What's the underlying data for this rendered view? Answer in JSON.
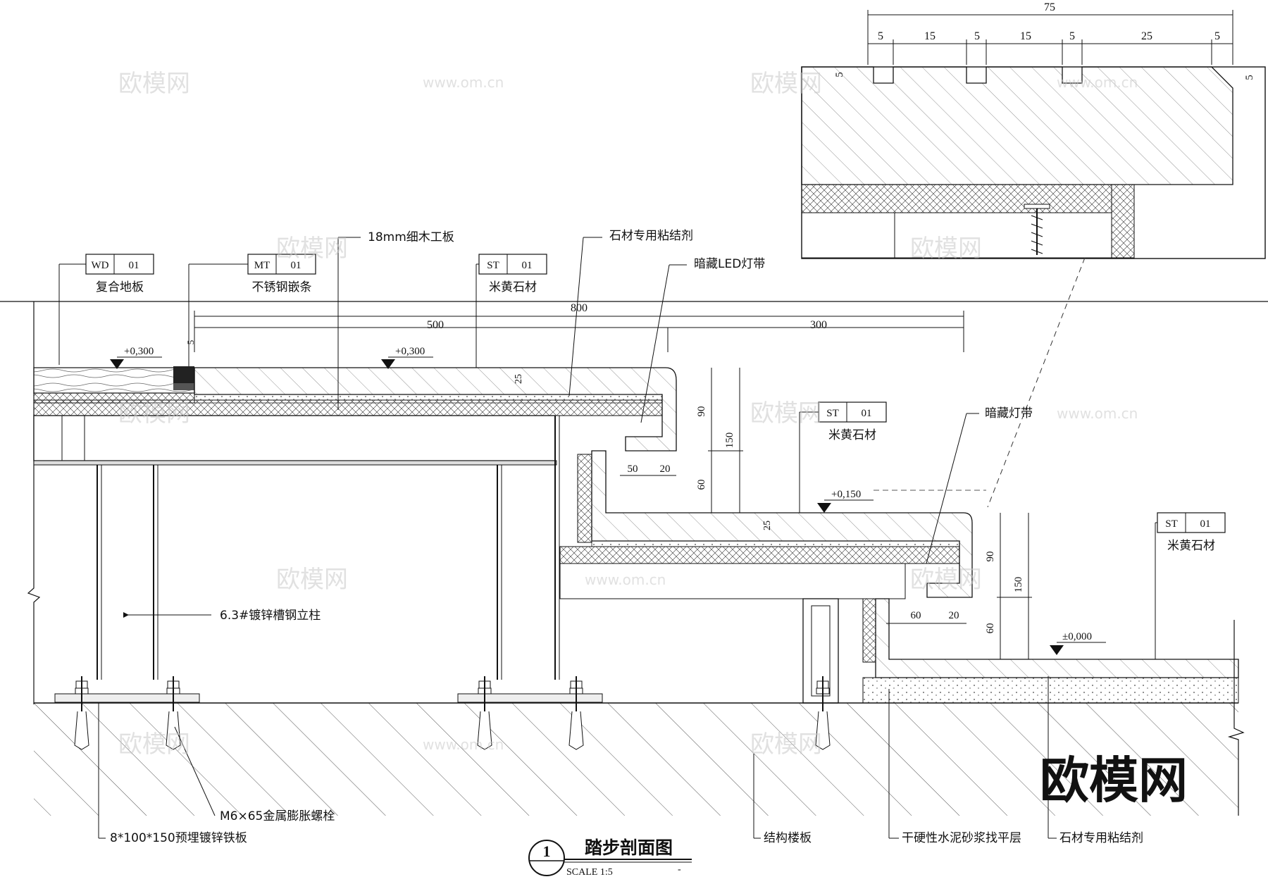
{
  "title": "踏步剖面图",
  "section_number": "1",
  "scale_label": "SCALE  1:5",
  "scale_tail": "-",
  "tags": [
    {
      "code": "WD",
      "num": "01",
      "label": "复合地板"
    },
    {
      "code": "MT",
      "num": "01",
      "label": "不锈钢嵌条"
    },
    {
      "code": "ST",
      "num": "01",
      "label": "米黄石材"
    },
    {
      "code": "ST",
      "num": "01",
      "label": "米黄石材"
    },
    {
      "code": "ST",
      "num": "01",
      "label": "米黄石材"
    }
  ],
  "callouts": {
    "plywood": "18mm细木工板",
    "adhesive_top": "石材专用粘结剂",
    "led_strip": "暗藏LED灯带",
    "hidden_strip": "暗藏灯带",
    "column": "6.3#镀锌槽钢立柱",
    "bolt": "M6×65金属膨胀螺栓",
    "plate": "8*100*150预埋镀锌铁板",
    "slab": "结构楼板",
    "screed": "干硬性水泥砂浆找平层",
    "adhesive_bottom": "石材专用粘结剂"
  },
  "levels": [
    "+0,300",
    "+0,300",
    "+0,150",
    "±0,000"
  ],
  "dimensions": {
    "overall": "800",
    "left_span": "500",
    "right_span": "300",
    "stone_thk_1": "25",
    "stone_thk_2": "25",
    "gap_small": "5",
    "upper_step": {
      "top": "90",
      "bottom": "60",
      "total": "150",
      "a": "50",
      "b": "20"
    },
    "lower_step": {
      "top": "90",
      "bottom": "60",
      "total": "150",
      "a": "60",
      "b": "20"
    }
  },
  "detail": {
    "overall": "75",
    "segments": [
      "5",
      "15",
      "5",
      "15",
      "5",
      "25",
      "5"
    ],
    "groove_depth": "5",
    "chamfer": "5"
  },
  "watermarks": [
    "欧模网",
    "www.om.cn"
  ],
  "brand": "欧模网"
}
